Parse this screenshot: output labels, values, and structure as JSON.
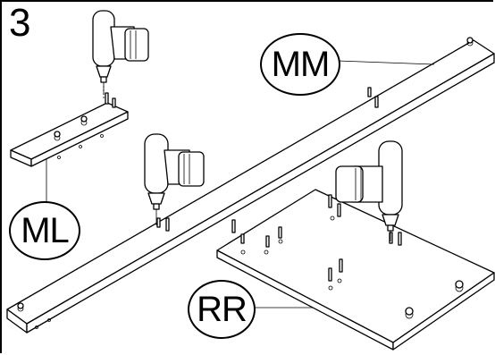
{
  "step": {
    "number": "3"
  },
  "callouts": {
    "mm": {
      "label": "MM"
    },
    "ml": {
      "label": "ML"
    },
    "rr": {
      "label": "RR"
    }
  },
  "icons": {
    "drill": "power-drill-icon",
    "dowel": "dowel-icon",
    "cam": "cam-lock-icon"
  },
  "colors": {
    "line": "#000000",
    "background": "#ffffff"
  }
}
